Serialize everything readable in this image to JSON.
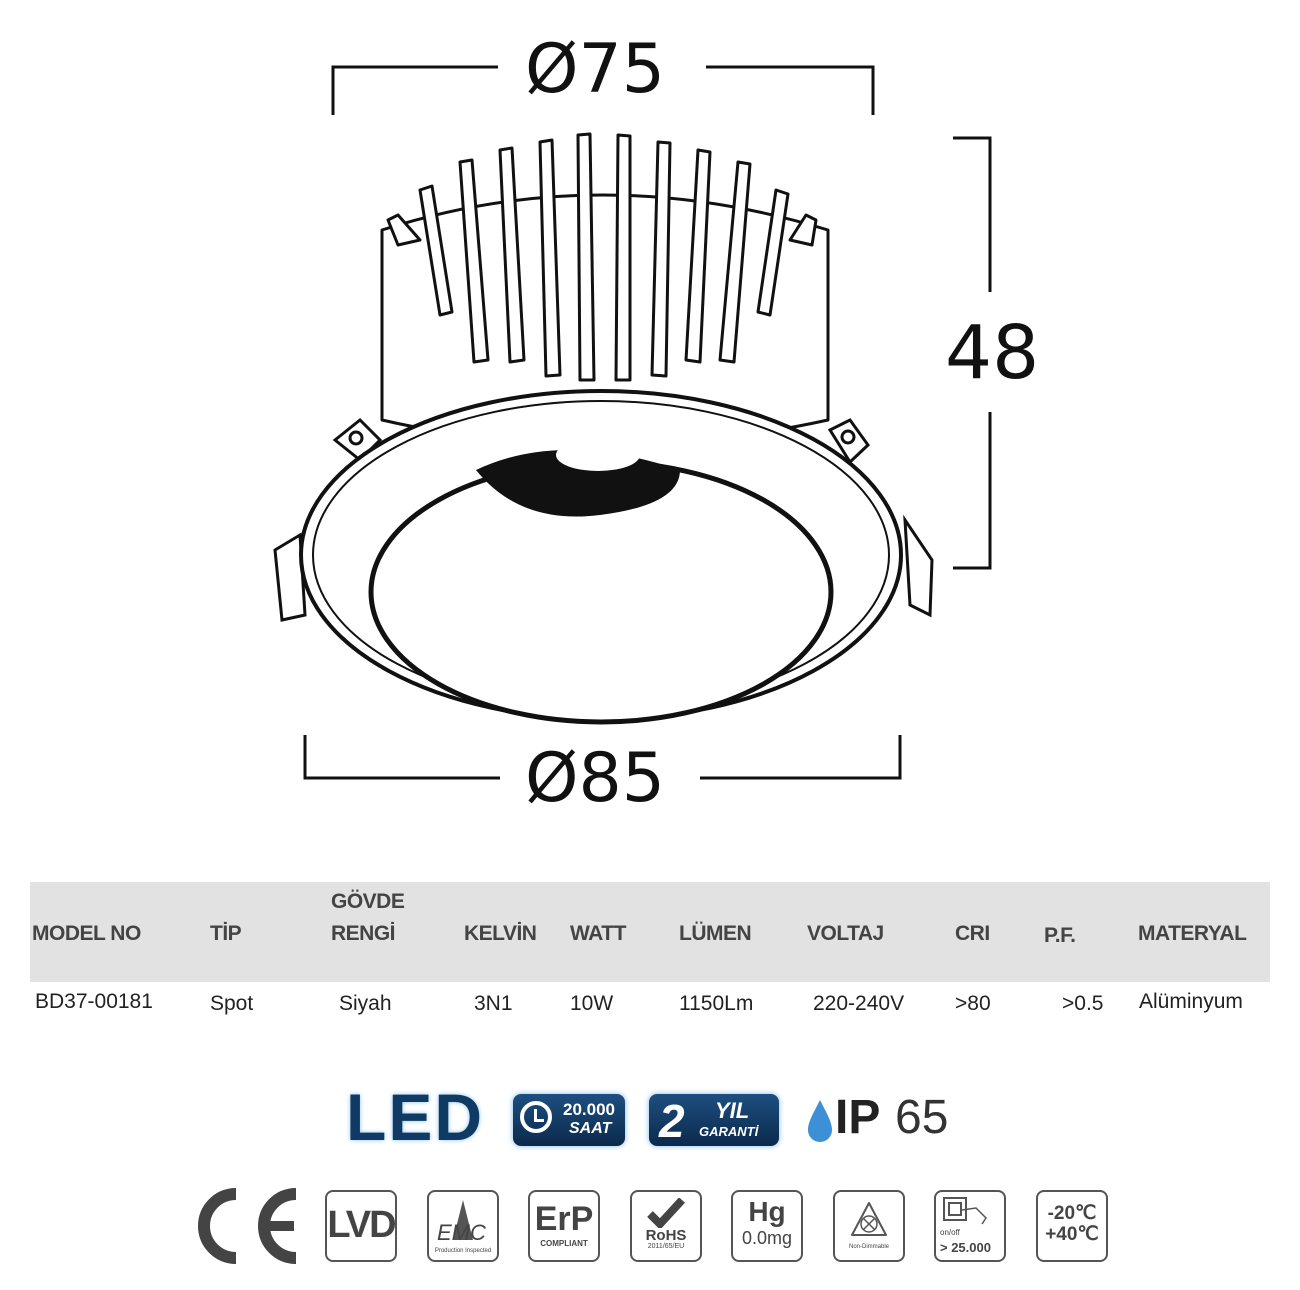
{
  "drawing": {
    "top_diameter": "Ø75",
    "height": "48",
    "bottom_diameter": "Ø85"
  },
  "table": {
    "headers": [
      "MODEL NO",
      "TİP",
      "GÖVDE RENGİ",
      "KELVİN",
      "WATT",
      "LÜMEN",
      "VOLTAJ",
      "CRI",
      "P.F.",
      "MATERYAL"
    ],
    "header_govde_line1": "GÖVDE",
    "header_govde_line2": "RENGİ",
    "rows": [
      [
        "BD37-00181",
        "Spot",
        "Siyah",
        "3N1",
        "10W",
        "1150Lm",
        "220-240V",
        ">80",
        ">0.5",
        "Alüminyum"
      ]
    ]
  },
  "badges": {
    "led": "LED",
    "hours_value": "20.000",
    "hours_unit": "SAAT",
    "warranty_number": "2",
    "warranty_unit": "YIL",
    "warranty_label": "GARANTİ",
    "ip_prefix": "IP",
    "ip_value": "65"
  },
  "certifications": {
    "lvd": "LVD",
    "emc": "EMC",
    "emc_sub": "Production Inspected",
    "erp": "ErP",
    "erp_sub": "COMPLIANT",
    "rohs": "RoHS",
    "rohs_sub": "2011/65/EU",
    "hg": "Hg",
    "hg_value": "0.0mg",
    "dimmable": "Non-Dimmable",
    "switch_label": "on/off",
    "switch_value": "> 25.000",
    "temp_low": "-20℃",
    "temp_high": "+40℃"
  },
  "colors": {
    "badge_blue": "#0b2a4c",
    "table_band": "#e2e2e2",
    "water_drop": "#3d8fd6"
  }
}
